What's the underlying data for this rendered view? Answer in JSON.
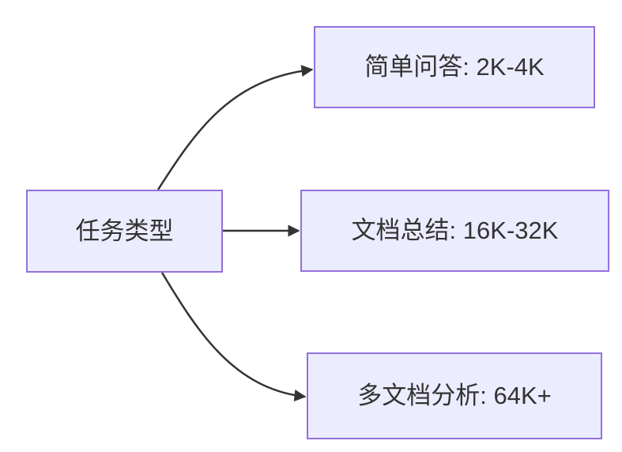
{
  "diagram": {
    "type": "flowchart-left-to-right",
    "root": {
      "id": "task-type",
      "label": "任务类型"
    },
    "branches": [
      {
        "id": "simple-qa",
        "label": "简单问答: 2K-4K"
      },
      {
        "id": "doc-summary",
        "label": "文档总结: 16K-32K"
      },
      {
        "id": "multi-doc",
        "label": "多文档分析: 64K+"
      }
    ],
    "edges": [
      {
        "from": "task-type",
        "to": "simple-qa"
      },
      {
        "from": "task-type",
        "to": "doc-summary"
      },
      {
        "from": "task-type",
        "to": "multi-doc"
      }
    ],
    "colors": {
      "node_fill": "#ECECFF",
      "node_border": "#9370DB",
      "edge": "#333333",
      "text": "#333333",
      "background": "#FFFFFF"
    }
  }
}
